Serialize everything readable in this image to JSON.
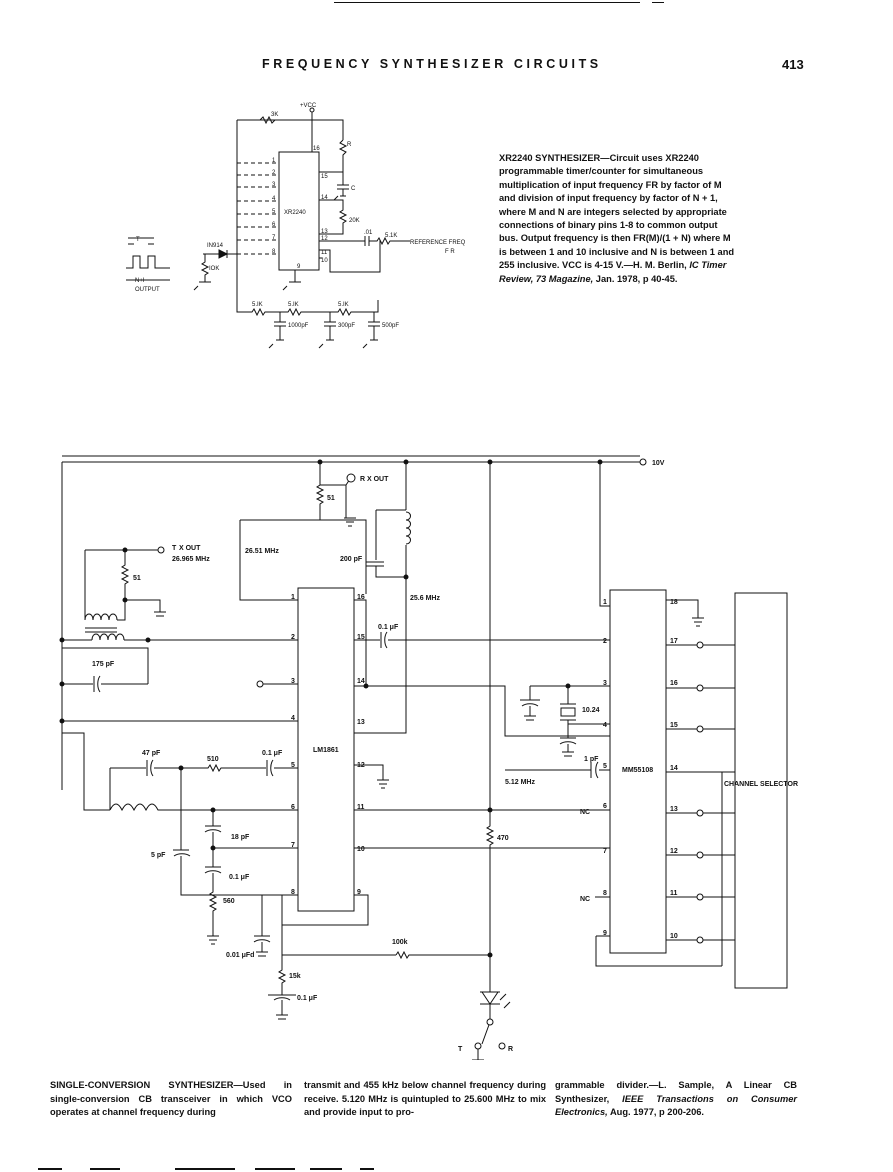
{
  "header": {
    "title": "FREQUENCY SYNTHESIZER CIRCUITS",
    "page_number": "413"
  },
  "figure1": {
    "labels": {
      "vcc": "+VCC",
      "r3k": "3K",
      "r": "R",
      "c": "C",
      "r20k": "20K",
      "c01": ".01",
      "r51k_out": "5.1K",
      "ref": "REFERENCE FREQ",
      "fr": "F R",
      "chip": "XR2240",
      "diode": "IN914",
      "r10k": "IOK",
      "output": "OUTPUT",
      "period_t": "T",
      "period_nt": "N+I",
      "r51k_a": "5.IK",
      "r51k_b": "5.IK",
      "r51k_c": "5.IK",
      "c1000": "1000pF",
      "c300": "300pF",
      "c500": "500pF",
      "pins_left": [
        "1",
        "2",
        "3",
        "4",
        "5",
        "6",
        "7",
        "8"
      ],
      "pins_right": [
        "16",
        "15",
        "14",
        "13",
        "12",
        "11",
        "10",
        "9"
      ]
    },
    "caption": {
      "head": "XR2240 SYNTHESIZER",
      "body": "—Circuit uses XR2240 programmable timer/counter for simultaneous multiplication of input frequency FR by factor of M and division of input frequency by factor of N + 1, where M and N are integers selected by appropriate connections of binary pins 1-8 to common output bus. Output frequency is then FR(M)/(1 + N) where M is between 1 and 10 inclusive and N is between 1 and 255 inclusive. VCC is 4-15 V.—H. M. Berlin, ",
      "source_italic": "IC Timer Review, 73 Magazine,",
      "source_tail": " Jan. 1978, p 40-45."
    }
  },
  "figure2": {
    "labels": {
      "v10": "10V",
      "rx": "R",
      "rx_sub": "X OUT",
      "r51_top": "51",
      "f2651": "26.51 MHz",
      "c200": "200 pF",
      "f256": "25.6 MHz",
      "tx": "T",
      "tx_sub": "X OUT",
      "f26965": "26.965 MHz",
      "r51_left": "51",
      "c175": "175 pF",
      "c47": "47 pF",
      "r510": "510",
      "c01a": "0.1 μF",
      "c01b": "0.1 μF",
      "c18": "18 pF",
      "c5": "5 pF",
      "c01c": "0.1 μF",
      "r560": "560",
      "c001": "0.01 μFd",
      "r15k": "15k",
      "c01d": "0.1 μF",
      "r100k": "100k",
      "r470": "470",
      "chip_a": "LM1861",
      "chip_b": "MM55108",
      "xtal": "10.24",
      "c1pf": "1 pF",
      "f512": "5.12 MHz",
      "nc": "NC",
      "channel_selector": "CHANNEL SELECTOR",
      "sw_tx": "T",
      "sw_rx": "R",
      "lm_left": [
        "1",
        "2",
        "3",
        "4",
        "5",
        "6",
        "7",
        "8"
      ],
      "lm_right": [
        "16",
        "15",
        "14",
        "13",
        "12",
        "11",
        "10",
        "9"
      ],
      "mm_left": [
        "1",
        "2",
        "3",
        "4",
        "5",
        "6",
        "7",
        "8",
        "9"
      ],
      "mm_right": [
        "18",
        "17",
        "16",
        "15",
        "14",
        "13",
        "12",
        "11",
        "10"
      ]
    },
    "caption": {
      "col1_head": "SINGLE-CONVERSION SYNTHESIZER",
      "col1": "—Used in single-conversion CB transceiver in which VCO operates at channel frequency during",
      "col2": "transmit and 455 kHz below channel frequency during receive. 5.120 MHz is quintupled to 25.600 MHz to mix and provide input to pro-",
      "col3_a": "grammable divider.—L. Sample, A Linear CB Synthesizer, ",
      "col3_italic": "IEEE Transactions on Consumer Electronics,",
      "col3_b": " Aug. 1977, p 200-206."
    }
  }
}
